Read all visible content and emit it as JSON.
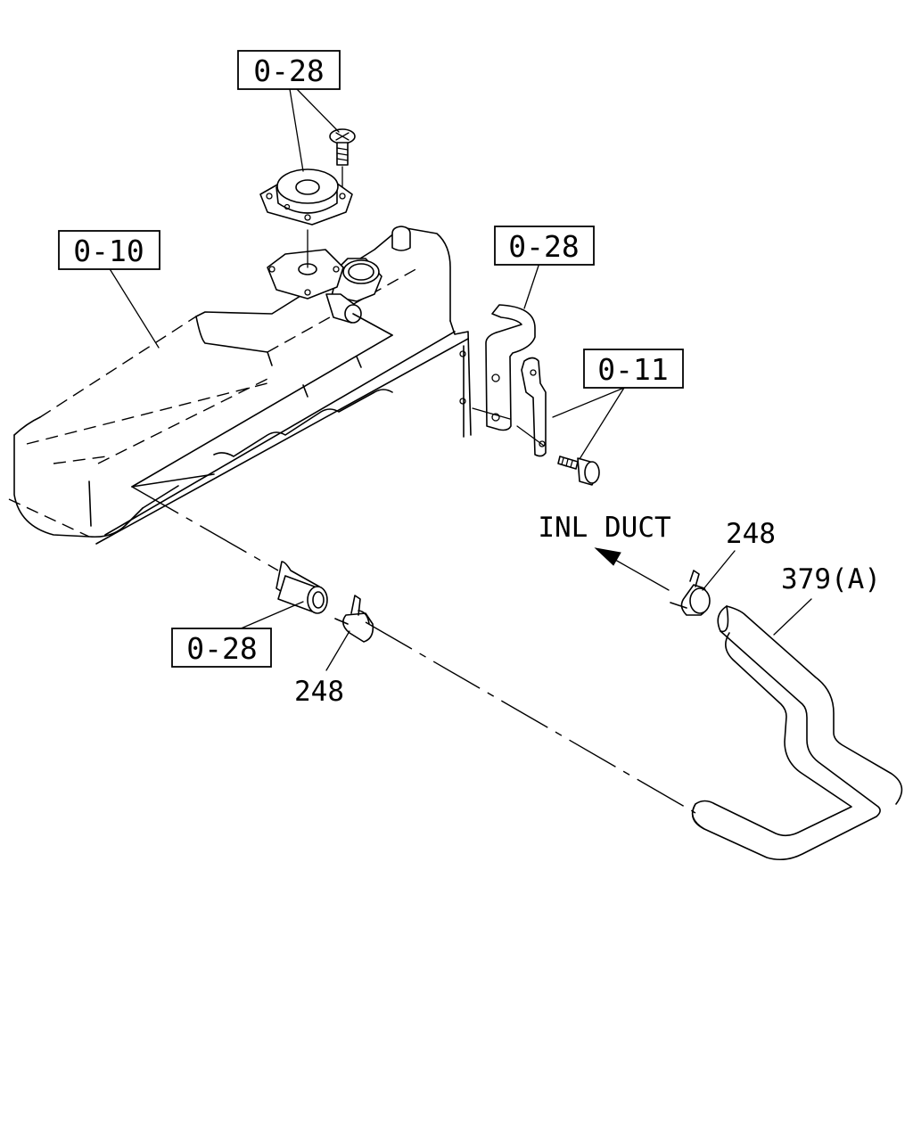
{
  "labels": {
    "top_cap_ref": "0-28",
    "cover_ref": "0-10",
    "bracket_ref": "0-28",
    "bolt_ref": "0-11",
    "fitting_ref": "0-28",
    "clamp_left": "248",
    "clamp_right": "248",
    "hose_ref": "379(A)",
    "direction": "INL DUCT"
  },
  "icons": [
    "arrow-left-up-icon"
  ]
}
